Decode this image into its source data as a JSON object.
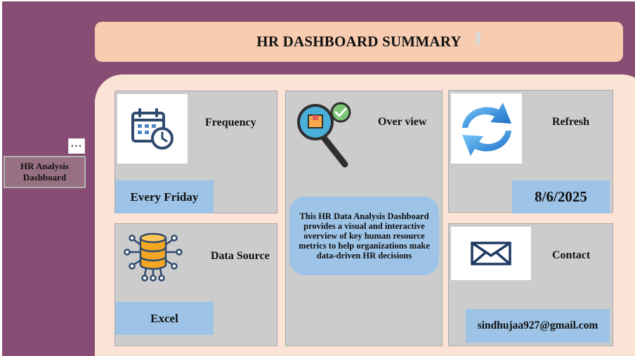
{
  "header": {
    "title": "HR DASHBOARD SUMMARY"
  },
  "sidebar": {
    "label": "HR Analysis Dashboard",
    "more_label": "···"
  },
  "cards": {
    "frequency": {
      "title": "Frequency",
      "value": "Every Friday",
      "icon": "calendar-clock-icon"
    },
    "data_source": {
      "title": "Data Source",
      "value": "Excel",
      "icon": "database-icon"
    },
    "overview": {
      "title": "Over view",
      "description": "This HR Data Analysis Dashboard provides a visual and interactive overview of key human resource metrics to help organizations make data-driven HR decisions",
      "icon": "magnifier-check-icon"
    },
    "refresh": {
      "title": "Refresh",
      "value": "8/6/2025",
      "icon": "refresh-arrows-icon"
    },
    "contact": {
      "title": "Contact",
      "value": "sindhujaa927@gmail.com",
      "icon": "envelope-icon"
    }
  },
  "colors": {
    "background": "#884d74",
    "banner": "#f7ccb1",
    "panel": "#fbe4d6",
    "card": "#cccccc",
    "value_box": "#9dc3e6"
  }
}
